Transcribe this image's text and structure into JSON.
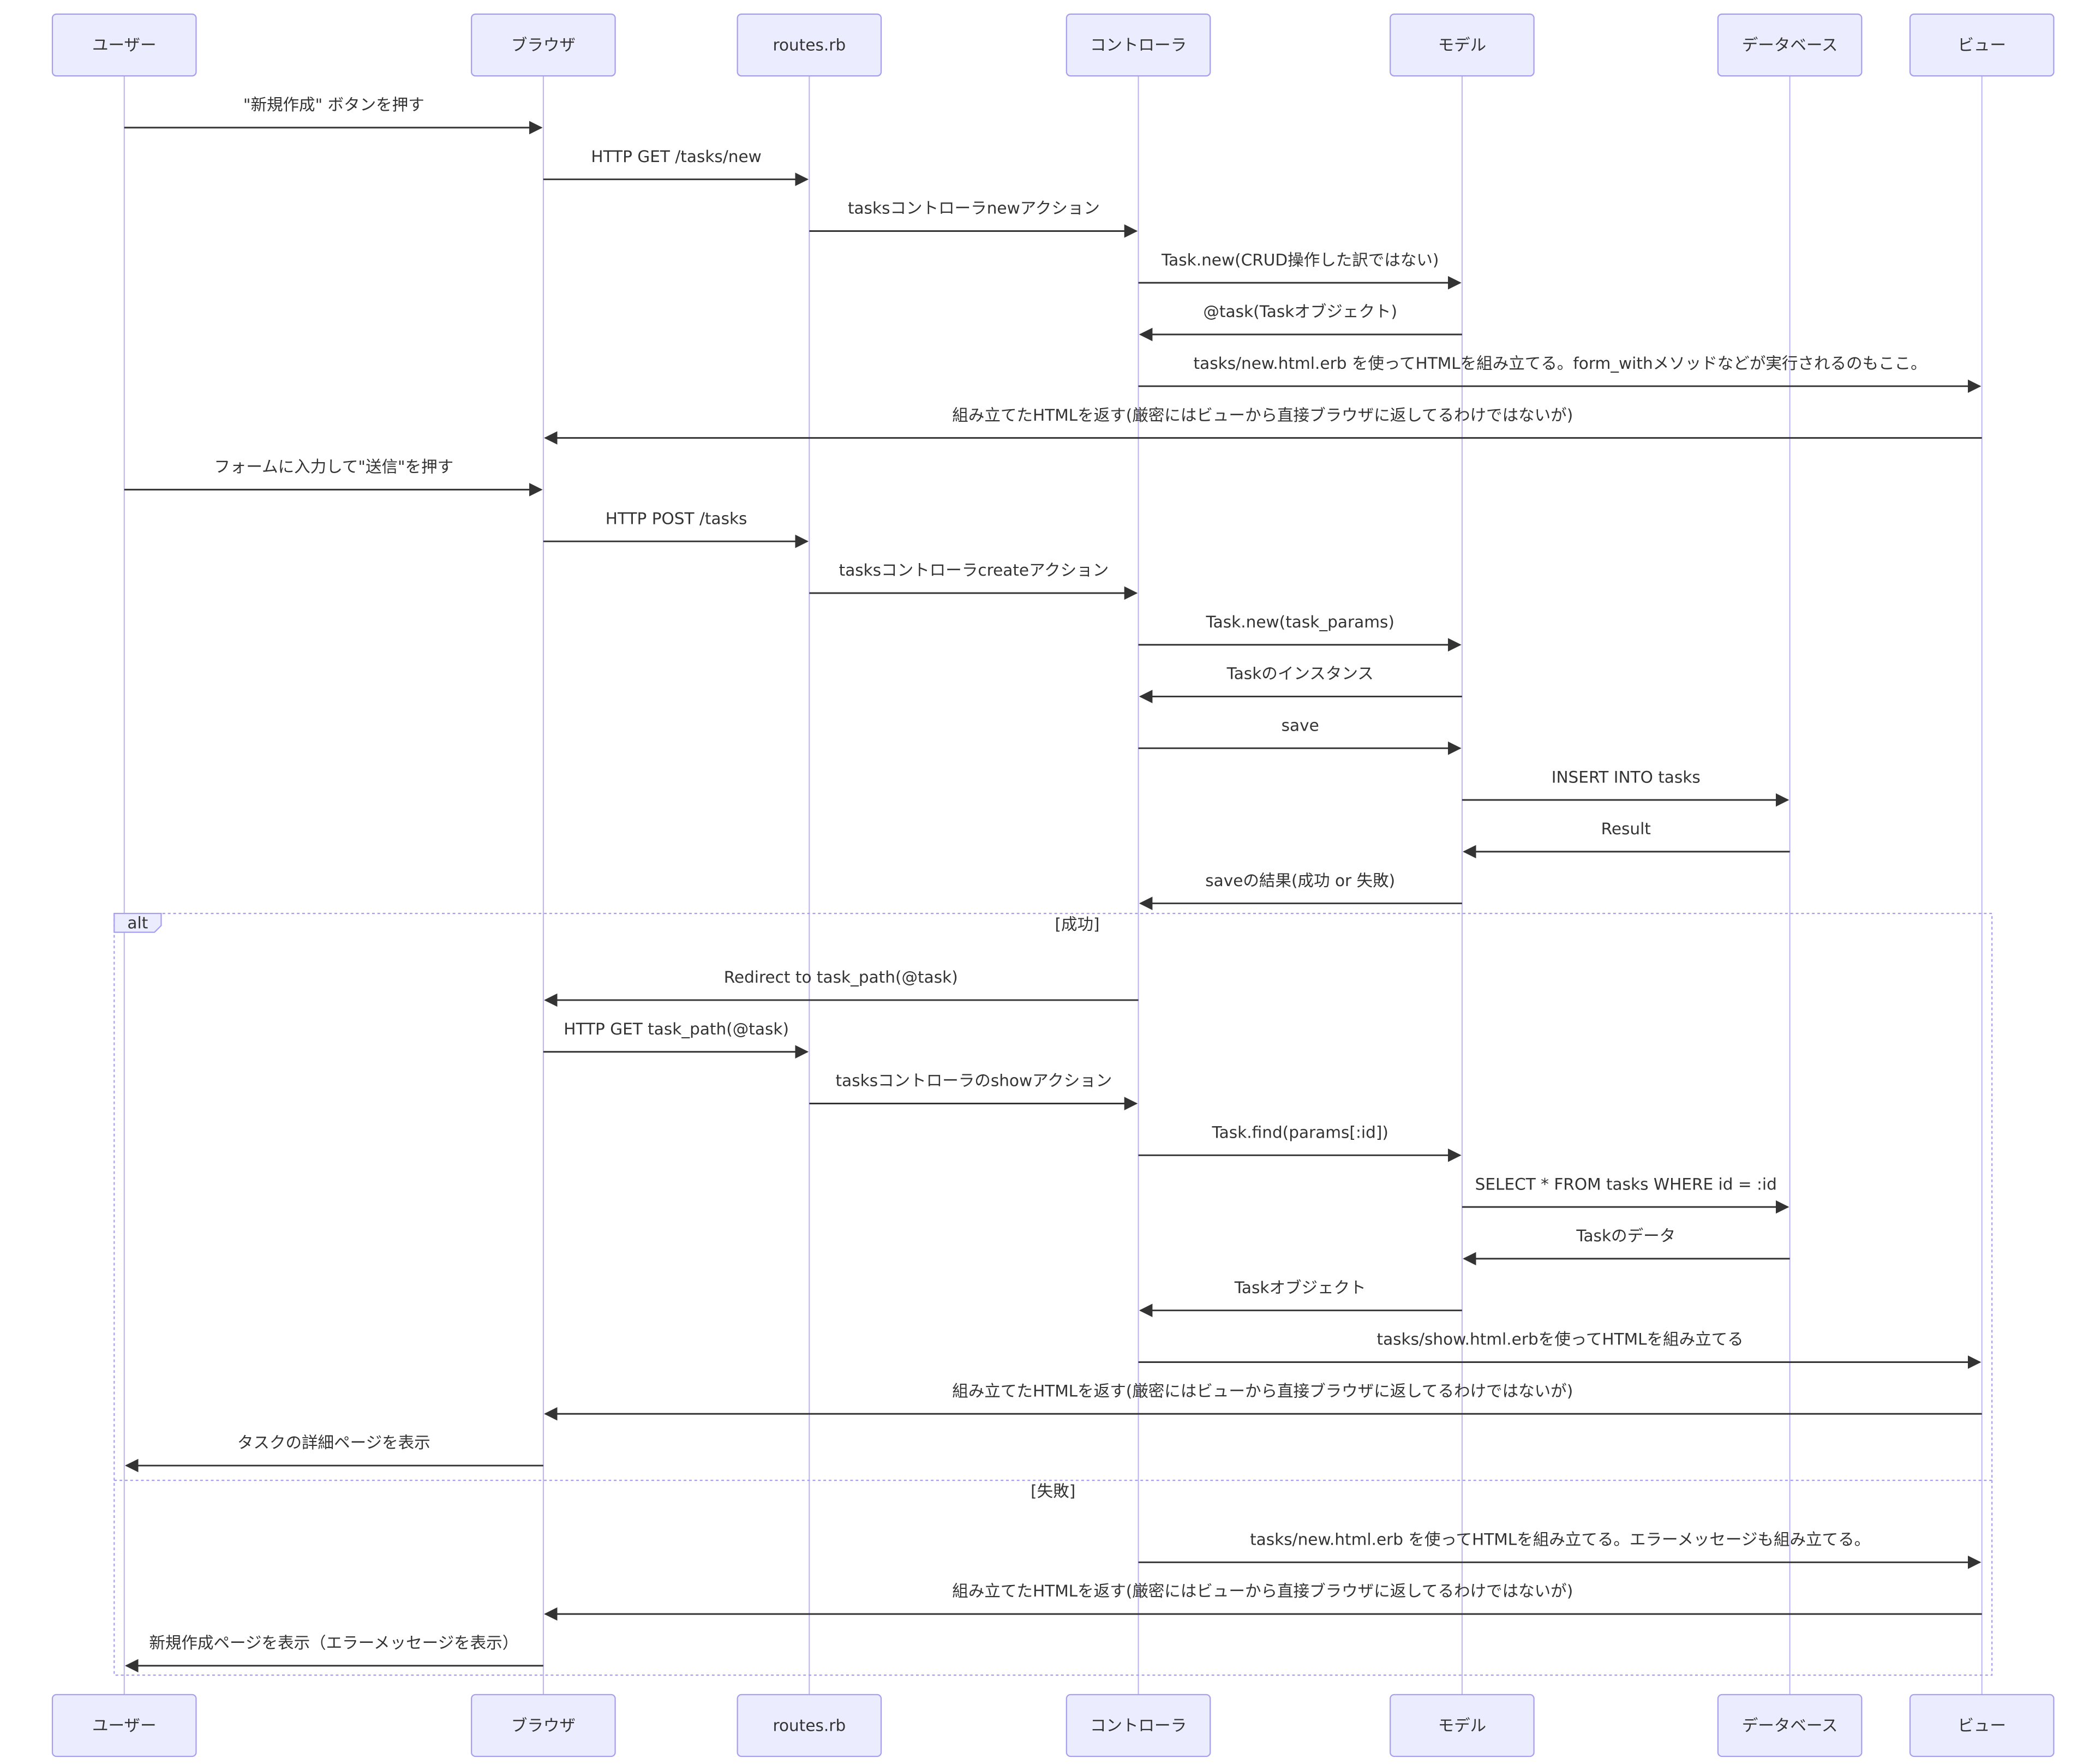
{
  "colors": {
    "actor_fill": "#ECECFF",
    "actor_stroke": "#9370DB",
    "lifeline": "#B9B2F0",
    "message": "#333333",
    "text": "#333333",
    "frame_stroke": "#A69EEF"
  },
  "participants": [
    {
      "id": "user",
      "label": "ユーザー"
    },
    {
      "id": "browser",
      "label": "ブラウザ"
    },
    {
      "id": "routes",
      "label": "routes.rb"
    },
    {
      "id": "controller",
      "label": "コントローラ"
    },
    {
      "id": "model",
      "label": "モデル"
    },
    {
      "id": "db",
      "label": "データベース"
    },
    {
      "id": "view",
      "label": "ビュー"
    }
  ],
  "messages": [
    {
      "from": "user",
      "to": "browser",
      "text": "\"新規作成\" ボタンを押す"
    },
    {
      "from": "browser",
      "to": "routes",
      "text": "HTTP GET /tasks/new"
    },
    {
      "from": "routes",
      "to": "controller",
      "text": "tasksコントローラnewアクション"
    },
    {
      "from": "controller",
      "to": "model",
      "text": "Task.new(CRUD操作した訳ではない)"
    },
    {
      "from": "model",
      "to": "controller",
      "text": "@task(Taskオブジェクト)"
    },
    {
      "from": "controller",
      "to": "view",
      "text": "tasks/new.html.erb を使ってHTMLを組み立てる。form_withメソッドなどが実行されるのもここ。"
    },
    {
      "from": "view",
      "to": "browser",
      "text": "組み立てたHTMLを返す(厳密にはビューから直接ブラウザに返してるわけではないが)"
    },
    {
      "from": "user",
      "to": "browser",
      "text": "フォームに入力して\"送信\"を押す"
    },
    {
      "from": "browser",
      "to": "routes",
      "text": "HTTP POST /tasks"
    },
    {
      "from": "routes",
      "to": "controller",
      "text": "tasksコントローラcreateアクション"
    },
    {
      "from": "controller",
      "to": "model",
      "text": "Task.new(task_params)"
    },
    {
      "from": "model",
      "to": "controller",
      "text": "Taskのインスタンス"
    },
    {
      "from": "controller",
      "to": "model",
      "text": "save"
    },
    {
      "from": "model",
      "to": "db",
      "text": "INSERT INTO tasks"
    },
    {
      "from": "db",
      "to": "model",
      "text": "Result"
    },
    {
      "from": "model",
      "to": "controller",
      "text": "saveの結果(成功 or 失敗)"
    },
    {
      "from": "controller",
      "to": "browser",
      "text": "Redirect to task_path(@task)"
    },
    {
      "from": "browser",
      "to": "routes",
      "text": "HTTP GET task_path(@task)"
    },
    {
      "from": "routes",
      "to": "controller",
      "text": "tasksコントローラのshowアクション"
    },
    {
      "from": "controller",
      "to": "model",
      "text": "Task.find(params[:id])"
    },
    {
      "from": "model",
      "to": "db",
      "text": "SELECT * FROM tasks WHERE id = :id"
    },
    {
      "from": "db",
      "to": "model",
      "text": "Taskのデータ"
    },
    {
      "from": "model",
      "to": "controller",
      "text": "Taskオブジェクト"
    },
    {
      "from": "controller",
      "to": "view",
      "text": "tasks/show.html.erbを使ってHTMLを組み立てる"
    },
    {
      "from": "view",
      "to": "browser",
      "text": "組み立てたHTMLを返す(厳密にはビューから直接ブラウザに返してるわけではないが)"
    },
    {
      "from": "browser",
      "to": "user",
      "text": "タスクの詳細ページを表示"
    },
    {
      "from": "controller",
      "to": "view",
      "text": "tasks/new.html.erb を使ってHTMLを組み立てる。エラーメッセージも組み立てる。"
    },
    {
      "from": "view",
      "to": "browser",
      "text": "組み立てたHTMLを返す(厳密にはビューから直接ブラウザに返してるわけではないが)"
    },
    {
      "from": "browser",
      "to": "user",
      "text": "新規作成ページを表示（エラーメッセージを表示）"
    }
  ],
  "alt_frame": {
    "label": "alt",
    "sections": [
      "[成功]",
      "[失敗]"
    ]
  }
}
